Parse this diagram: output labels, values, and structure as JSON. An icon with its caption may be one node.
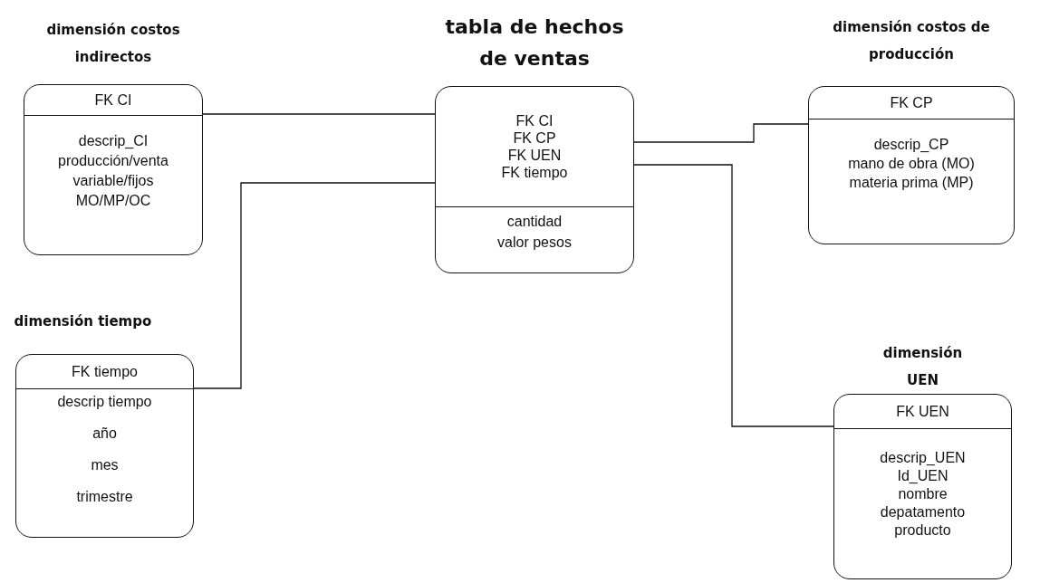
{
  "diagram": {
    "nodes": [
      {
        "text": [
          "dimensión costos indirectos",
          "FK CI",
          "descrip_CI",
          "producción/venta",
          "variable/fijos",
          "MO/MP/OC"
        ]
      },
      {
        "text": [
          "tabla de hechos de ventas",
          "FK CI",
          "FK CP",
          "FK UEN",
          "FK tiempo",
          "cantidad",
          "valor pesos"
        ]
      },
      {
        "text": [
          "dimensión costos de producción",
          "FK CP",
          "descrip_CP",
          "mano de obra (MO)",
          "materia prima (MP)"
        ]
      },
      {
        "text": [
          "dimensión tiempo",
          "FK tiempo",
          "descrip tiempo",
          "año",
          "mes",
          "trimestre"
        ]
      },
      {
        "text": [
          "dimensión UEN",
          "FK UEN",
          "descrip_UEN",
          "Id_UEN",
          "nombre",
          "depatamento",
          "producto"
        ]
      }
    ],
    "edges": [
      {
        "from": 0,
        "to": 1,
        "arrow": "none"
      },
      {
        "from": 1,
        "to": 2,
        "arrow": "none"
      },
      {
        "from": 1,
        "to": 4,
        "arrow": "none"
      },
      {
        "from": 3,
        "to": 1,
        "arrow": "none"
      }
    ]
  }
}
